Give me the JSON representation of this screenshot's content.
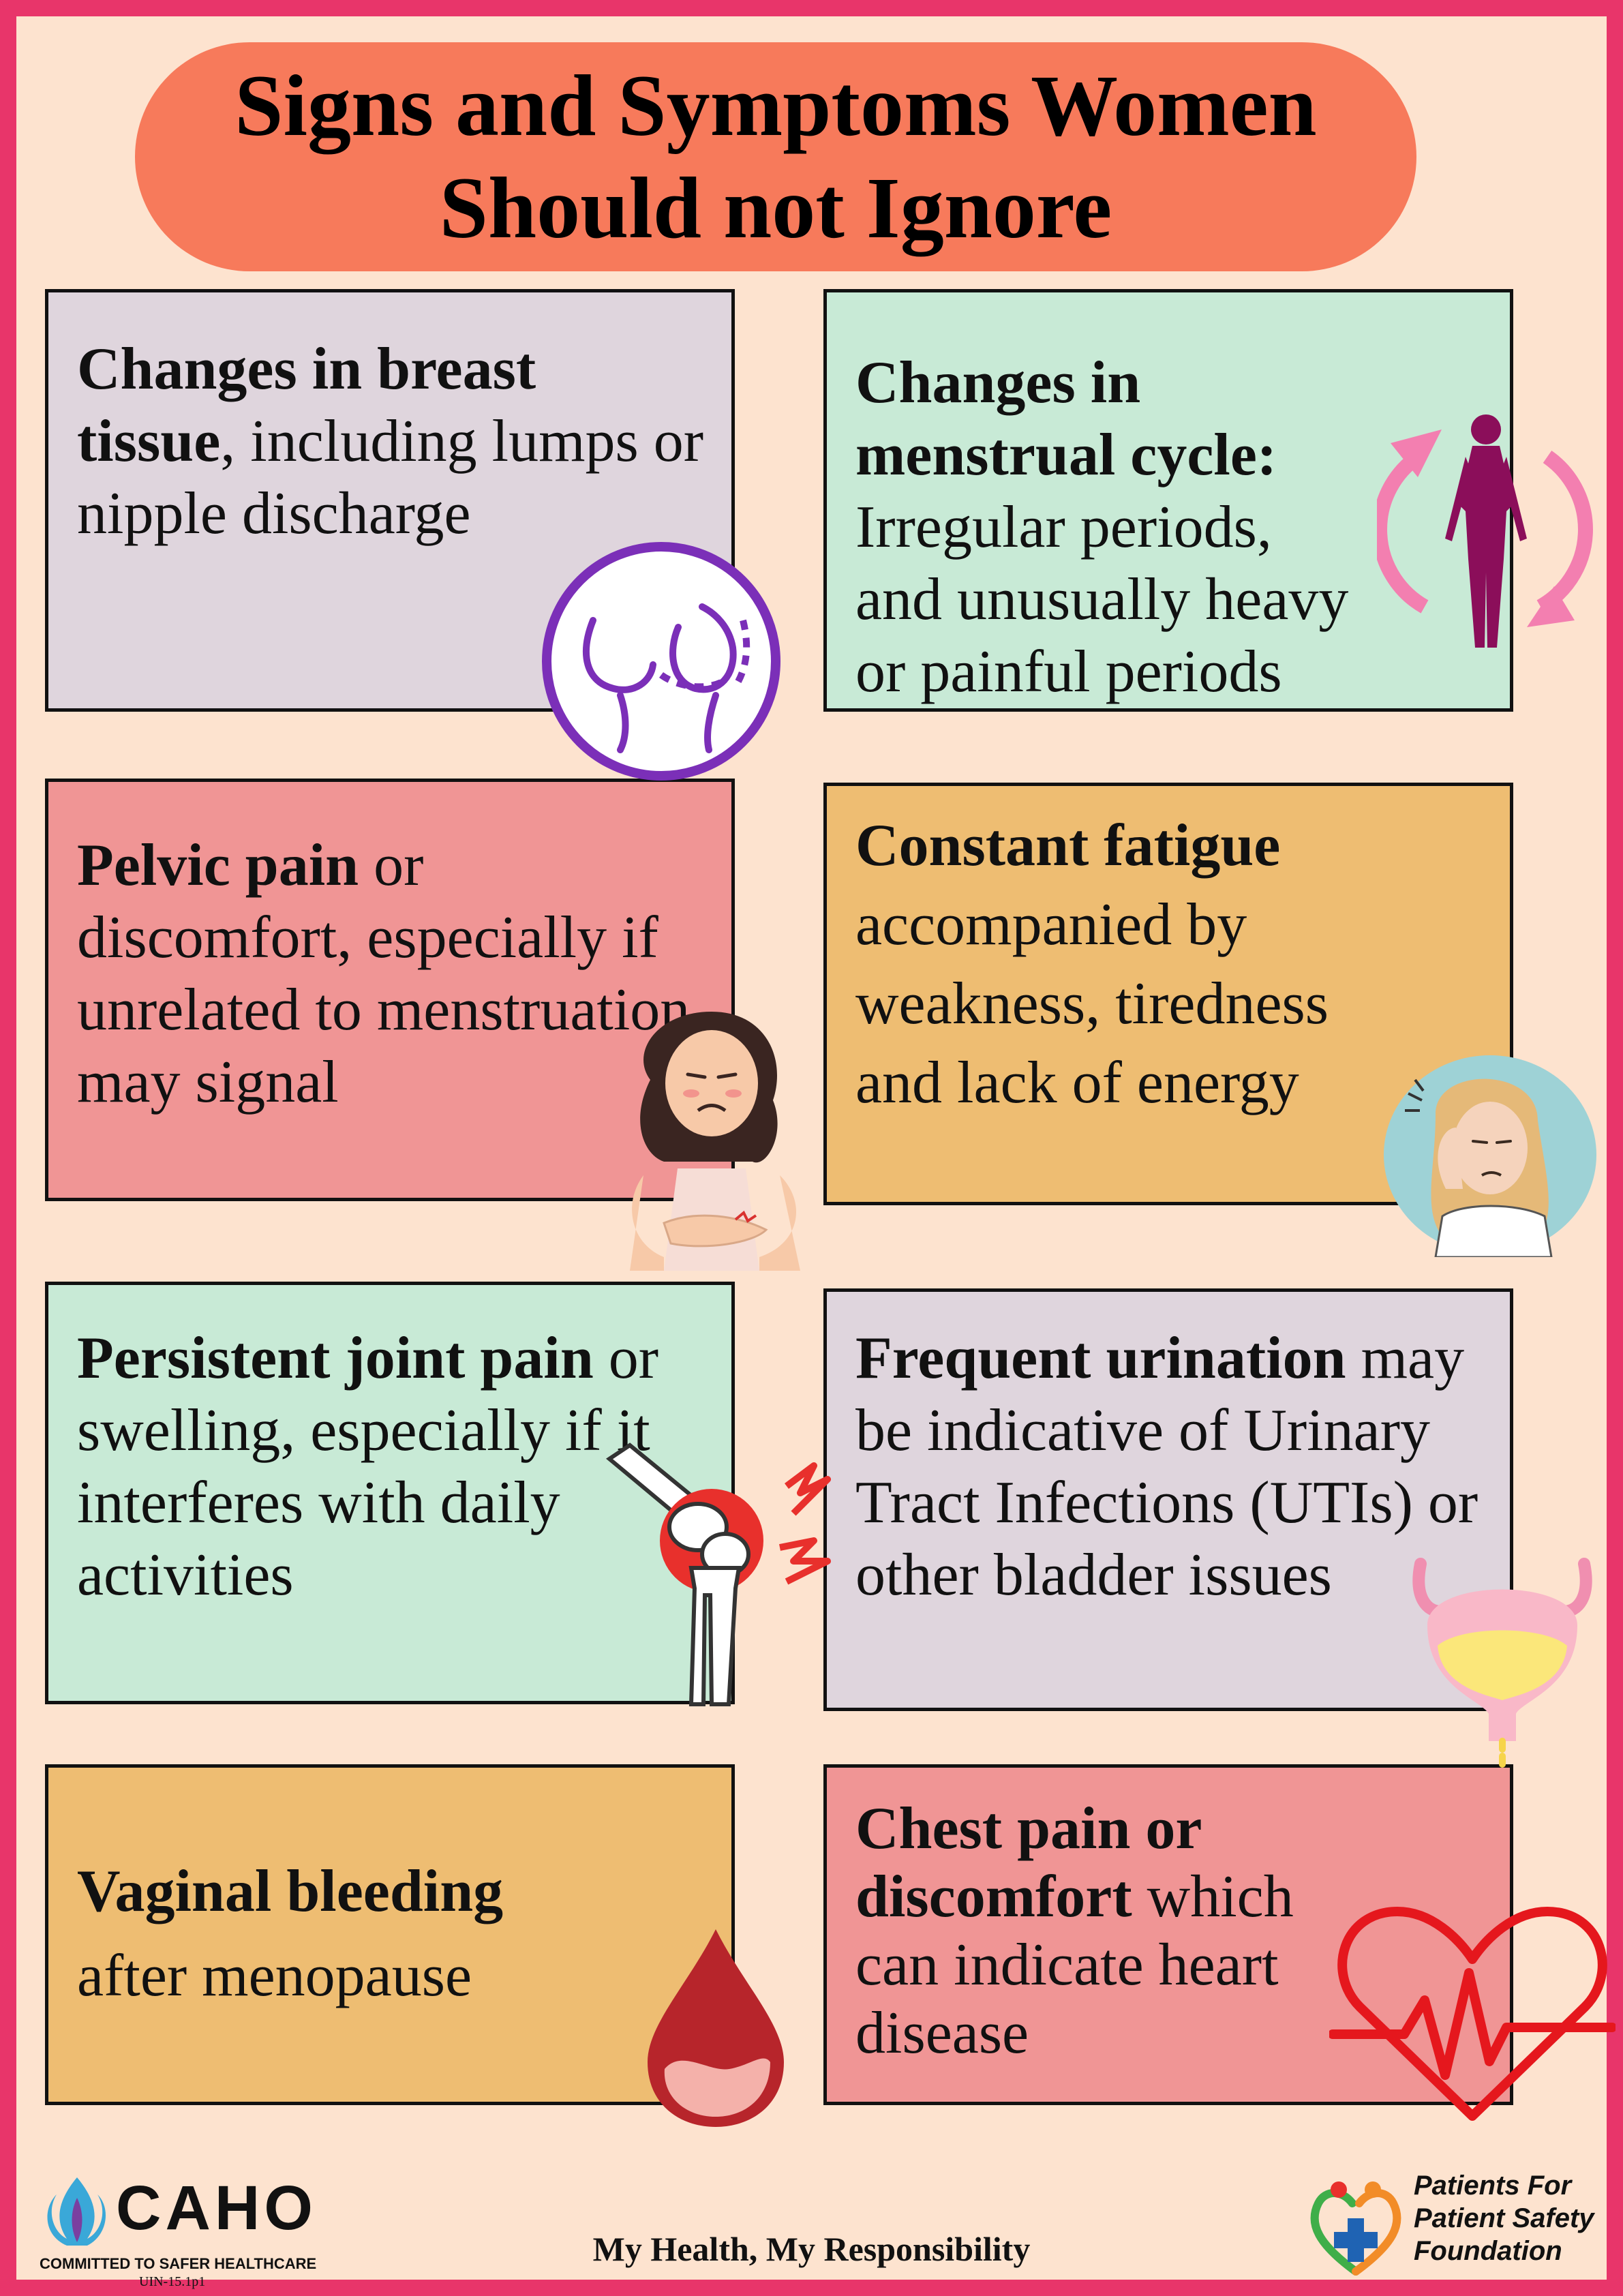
{
  "header": {
    "title_line1": "Signs and Symptoms Women",
    "title_line2": "Should not Ignore"
  },
  "cards": [
    {
      "bold": "Changes in breast tissue",
      "rest": ", including lumps or nipple discharge",
      "color": "#dfd5dd",
      "icon": "breast-icon"
    },
    {
      "bold": "Changes in menstrual cycle:",
      "rest": " Irregular periods, and unusually heavy or painful periods",
      "color": "#c8ead6",
      "icon": "menstrual-cycle-icon"
    },
    {
      "bold": "Pelvic pain",
      "rest": " or discomfort, especially if unrelated to menstruation may signal",
      "color": "#f09595",
      "icon": "woman-abdominal-pain-icon"
    },
    {
      "bold": "Constant fatigue",
      "rest": " accompanied by weakness, tiredness and lack of energy",
      "color": "#eebd72",
      "icon": "tired-woman-icon"
    },
    {
      "bold": "Persistent joint pain",
      "rest": " or swelling, especially if it interferes with daily activities",
      "color": "#c8ead6",
      "icon": "knee-joint-pain-icon"
    },
    {
      "bold": "Frequent urination",
      "rest": " may be indicative of Urinary Tract Infections (UTIs) or other bladder issues",
      "color": "#dfd5dd",
      "icon": "bladder-icon"
    },
    {
      "bold": "Vaginal bleeding",
      "rest": " after menopause",
      "color": "#eebd72",
      "icon": "blood-drop-icon"
    },
    {
      "bold": "Chest pain or discomfort",
      "rest": " which can indicate heart disease",
      "color": "#f09595",
      "icon": "heartbeat-icon"
    }
  ],
  "footer": {
    "slogan": "My Health, My Responsibility",
    "caho_name": "CAHO",
    "caho_tagline": "COMMITTED TO SAFER HEALTHCARE",
    "doc_code": "UIN-15.1p1",
    "ppsf_line1": "Patients For",
    "ppsf_line2": "Patient Safety",
    "ppsf_line3": "Foundation"
  },
  "colors": {
    "border": "#e8356a",
    "background": "#fde3cf",
    "title_pill": "#f77a5b"
  }
}
